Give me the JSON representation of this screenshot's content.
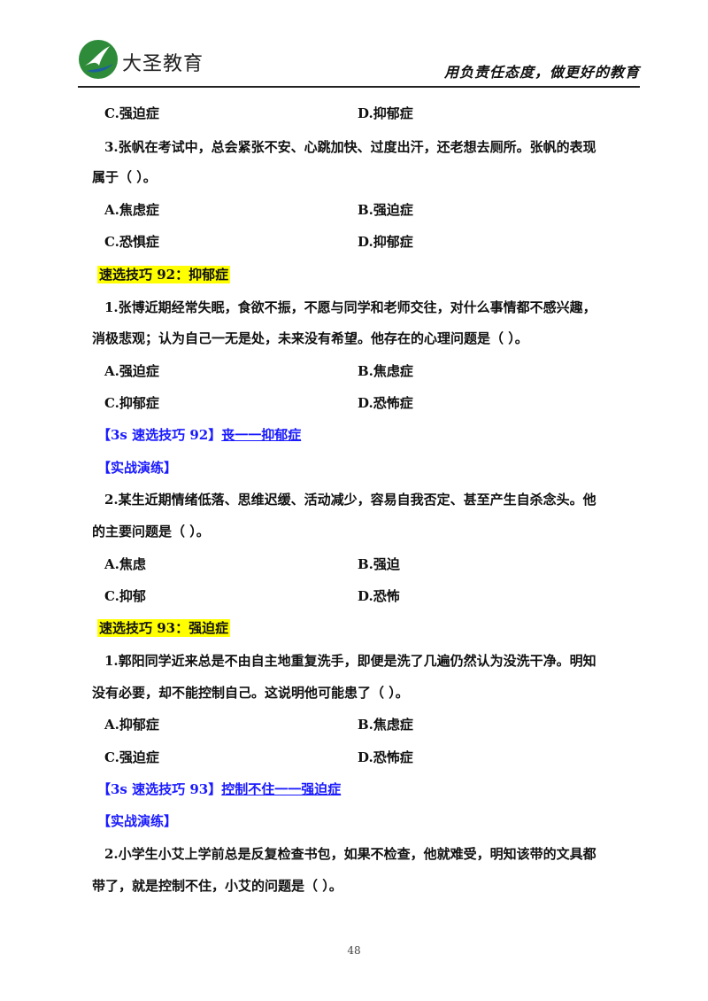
{
  "header": {
    "brand": "大圣教育",
    "slogan": "用负责任态度，做更好的教育"
  },
  "content": {
    "l01a": "C.强迫症",
    "l01b": "D.抑郁症",
    "l02": "3.张帆在考试中，总会紧张不安、心跳加快、过度出汗，还老想去厕所。张帆的表现",
    "l03": "属于（    ）。",
    "l04a": "A.焦虑症",
    "l04b": "B.强迫症",
    "l05a": "C.恐惧症",
    "l05b": "D.抑郁症",
    "l06": "速选技巧 92：抑郁症",
    "l07": "1.张博近期经常失眠，食欲不振，不愿与同学和老师交往，对什么事情都不感兴趣，",
    "l08": "消极悲观；认为自己一无是处，未来没有希望。他存在的心理问题是（    ）。",
    "l09a": "A.强迫症",
    "l09b": "B.焦虑症",
    "l10a": "C.抑郁症",
    "l10b": "D.恐怖症",
    "l11_pre": "【3s 速选技巧 92】",
    "l11_u": "丧一一抑郁症",
    "l12": "【实战演练】",
    "l13": "2.某生近期情绪低落、思维迟缓、活动减少，容易自我否定、甚至产生自杀念头。他",
    "l14": "的主要问题是（    ）。",
    "l15a": "A.焦虑",
    "l15b": "B.强迫",
    "l16a": "C.抑郁",
    "l16b": "D.恐怖",
    "l17": "速选技巧 93：强迫症",
    "l18": "1.郭阳同学近来总是不由自主地重复洗手，即便是洗了几遍仍然认为没洗干净。明知",
    "l19": "没有必要，却不能控制自己。这说明他可能患了（    ）。",
    "l20a": "A.抑郁症",
    "l20b": "B.焦虑症",
    "l21a": "C.强迫症",
    "l21b": "D.恐怖症",
    "l22_pre": "【3s 速选技巧 93】",
    "l22_u": "控制不住一一强迫症",
    "l23": "【实战演练】",
    "l24": "2.小学生小艾上学前总是反复检查书包，如果不检查，他就难受，明知该带的文具都",
    "l25": "带了，就是控制不住，小艾的问题是（    ）。"
  },
  "footer": {
    "page_number": "48"
  },
  "colors": {
    "highlight": "#ffff00",
    "tip_blue": "#1a1aff"
  },
  "icons": {
    "logo": "swallow-bird-logo"
  }
}
